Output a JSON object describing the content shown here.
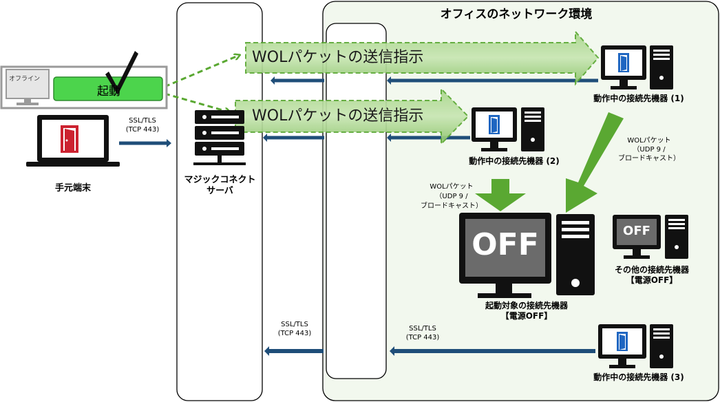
{
  "office_title": "オフィスのネットワーク環境",
  "client": {
    "status_badge": "オフライン",
    "start_button": "起動",
    "label": "手元端末",
    "conn_line1": "SSL/TLS",
    "conn_line2": "(TCP 443)"
  },
  "server": {
    "label_line1": "マジックコネクト",
    "label_line2": "サーバ"
  },
  "wol_instruction_1": "WOLパケットの送信指示",
  "wol_instruction_2": "WOLパケットの送信指示",
  "devices": {
    "active1": "動作中の接続先機器 (1)",
    "active2": "動作中の接続先機器 (2)",
    "active3": "動作中の接続先機器 (3)",
    "target_line1": "起動対象の接続先機器",
    "target_line2": "【電源OFF】",
    "other_line1": "その他の接続先機器",
    "other_line2": "【電源OFF】",
    "off_text_large": "OFF",
    "off_text_small": "OFF"
  },
  "wol_packet_right": {
    "line1": "WOLパケット",
    "line2": "（UDP 9 /",
    "line3": "ブロードキャスト）"
  },
  "wol_packet_left": {
    "line1": "WOLパケット",
    "line2": "（UDP 9 /",
    "line3": "ブロードキャスト）"
  },
  "conn_bottom_left": {
    "line1": "SSL/TLS",
    "line2": "(TCP 443)"
  },
  "conn_bottom_right": {
    "line1": "SSL/TLS",
    "line2": "(TCP 443)"
  },
  "icons": [
    "door-icon",
    "server-rack-icon",
    "laptop-icon",
    "monitor-icon",
    "tower-pc-icon",
    "check-mark-icon"
  ],
  "colors": {
    "green_arrow": "#5aa832",
    "green_button": "#4cd44c",
    "flow_arrow": "#1f4e79",
    "office_bg": "#f2f8ee",
    "door_blue": "#1f66c1",
    "door_red": "#cc2230"
  }
}
